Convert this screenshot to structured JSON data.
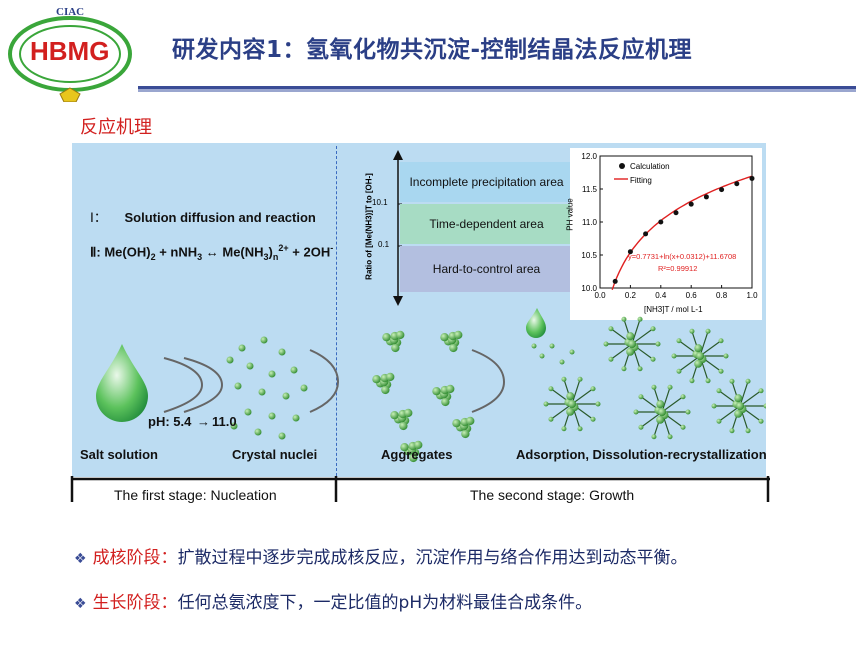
{
  "logo": {
    "top_text": "CIAC",
    "main_text": "HBMG"
  },
  "title": "研发内容1：氢氧化物共沉淀-控制结晶法反应机理",
  "subtitle": "反应机理",
  "diagram": {
    "mechanism_1_label": "Ⅰ：",
    "mechanism_1_text": "Solution diffusion and reaction",
    "mechanism_2_label": "Ⅱ: ",
    "mechanism_2_a": "Me(OH)",
    "mechanism_2_b": "2",
    "mechanism_2_c": " + nNH",
    "mechanism_2_d": "3",
    "mechanism_2_e": " ↔ Me(NH",
    "mechanism_2_f": "3",
    "mechanism_2_g": ")",
    "mechanism_2_h": "n",
    "mechanism_2_i": "2+",
    "mechanism_2_j": " + 2OH",
    "mechanism_2_k": "-",
    "ph_text": "pH: 5.4",
    "ph_arrow": "→",
    "ph_end": "11.0",
    "stage_labels": {
      "salt": "Salt solution",
      "nuclei": "Crystal nuclei",
      "aggregates": "Aggregates",
      "adsorption": "Adsorption, Dissolution-recrystallization"
    },
    "stages": {
      "first": "The first stage: Nucleation",
      "second": "The second stage: Growth"
    },
    "ratio_axis_label": "Ratio of [Me(NH3)]T to [OH-]",
    "ratio_ticks": [
      "10.1",
      "0.1"
    ],
    "areas": [
      "Incomplete precipitation area",
      "Time-dependent area",
      "Hard-to-control area"
    ],
    "area_colors": [
      "#a9d7f0",
      "#a7dcc4",
      "#b3bfe0"
    ]
  },
  "chart_data": {
    "type": "scatter",
    "legend": [
      "Calculation",
      "Fitting"
    ],
    "legend_placement": "top-left",
    "x": [
      0.1,
      0.2,
      0.3,
      0.4,
      0.5,
      0.6,
      0.7,
      0.8,
      0.9,
      1.0
    ],
    "y": [
      10.1,
      10.55,
      10.82,
      11.0,
      11.14,
      11.27,
      11.38,
      11.49,
      11.58,
      11.66
    ],
    "fit": "y=0.7731+ln(x+0.0312)+11.6708",
    "r2": "R²=0.99912",
    "xlabel": "[NH3]T / mol L-1",
    "ylabel": "PH value",
    "xlim": [
      0.0,
      1.0
    ],
    "ylim": [
      10.0,
      12.0
    ],
    "xticks": [
      "0.0",
      "0.2",
      "0.4",
      "0.6",
      "0.8",
      "1.0"
    ],
    "yticks": [
      "10.0",
      "10.5",
      "11.0",
      "11.5",
      "12.0"
    ],
    "point_color": "#111111",
    "line_color": "#e02020"
  },
  "bullets": [
    {
      "key": "成核阶段：",
      "text": "扩散过程中逐步完成成核反应，沉淀作用与络合作用达到动态平衡。"
    },
    {
      "key": "生长阶段：",
      "text": "任何总氨浓度下，一定比值的pH为材料最佳合成条件。"
    }
  ],
  "colors": {
    "title": "#2b3f86",
    "accent_red": "#d2201f",
    "panel": "#bcdcf2",
    "logo_green": "#3aa63a"
  }
}
